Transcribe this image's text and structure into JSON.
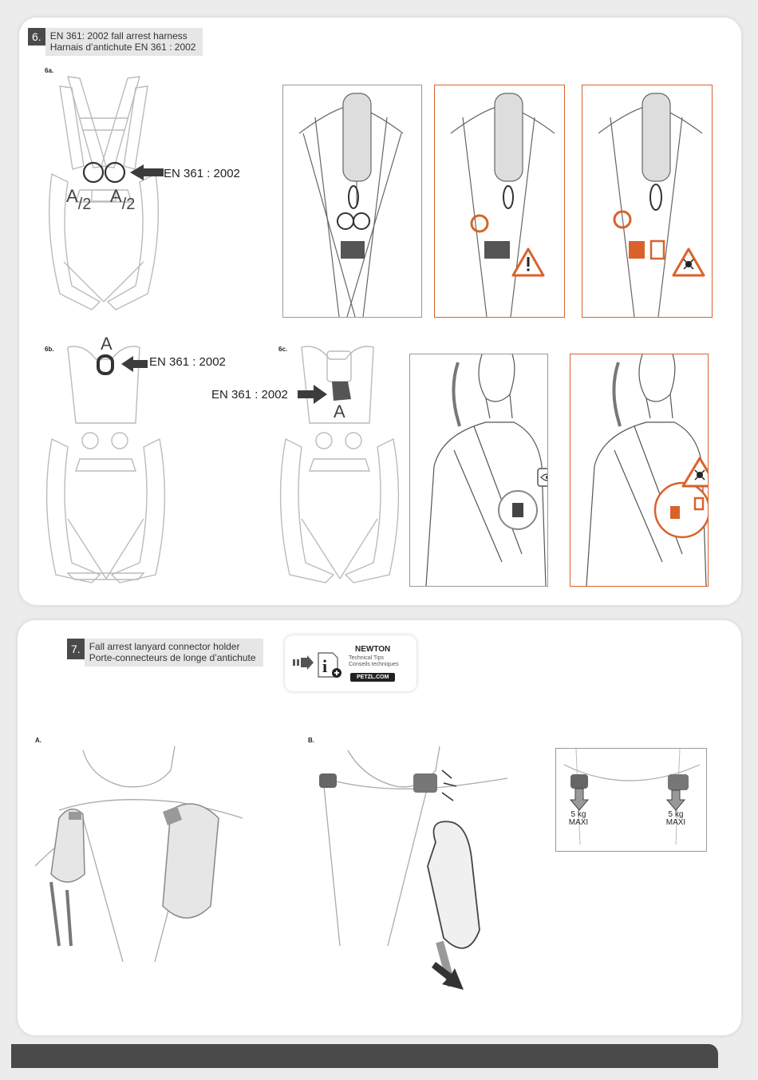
{
  "section6": {
    "number": "6.",
    "title_en": "EN 361: 2002 fall arrest harness",
    "title_fr": "Harnais d’antichute EN 361 : 2002",
    "fig_a": {
      "label": "6a.",
      "standard": "EN 361 : 2002",
      "half_a": "A",
      "half_denom": "/2"
    },
    "fig_b": {
      "label": "6b.",
      "standard": "EN 361 : 2002",
      "anchor": "A"
    },
    "fig_c": {
      "label": "6c.",
      "standard": "EN 361 : 2002",
      "anchor": "A"
    }
  },
  "section7": {
    "number": "7.",
    "title_en": "Fall arrest lanyard connector holder",
    "title_fr": "Porte-connecteurs de longe d’antichute",
    "fig_a_label": "A.",
    "fig_b_label": "B.",
    "load_left_1": "5 kg",
    "load_left_2": "MAXI",
    "load_right_1": "5 kg",
    "load_right_2": "MAXI"
  },
  "newton": {
    "title": "NEWTON",
    "line1": "Technical Tips",
    "line2": "Conseils techniques",
    "url": "PETZL.COM"
  },
  "colors": {
    "accent": "#d9622b",
    "dark": "#4a4a4a",
    "line": "#999999"
  },
  "icons": [
    "warning-icon",
    "danger-icon",
    "eye-check-icon",
    "info-icon",
    "arrow-icon"
  ]
}
